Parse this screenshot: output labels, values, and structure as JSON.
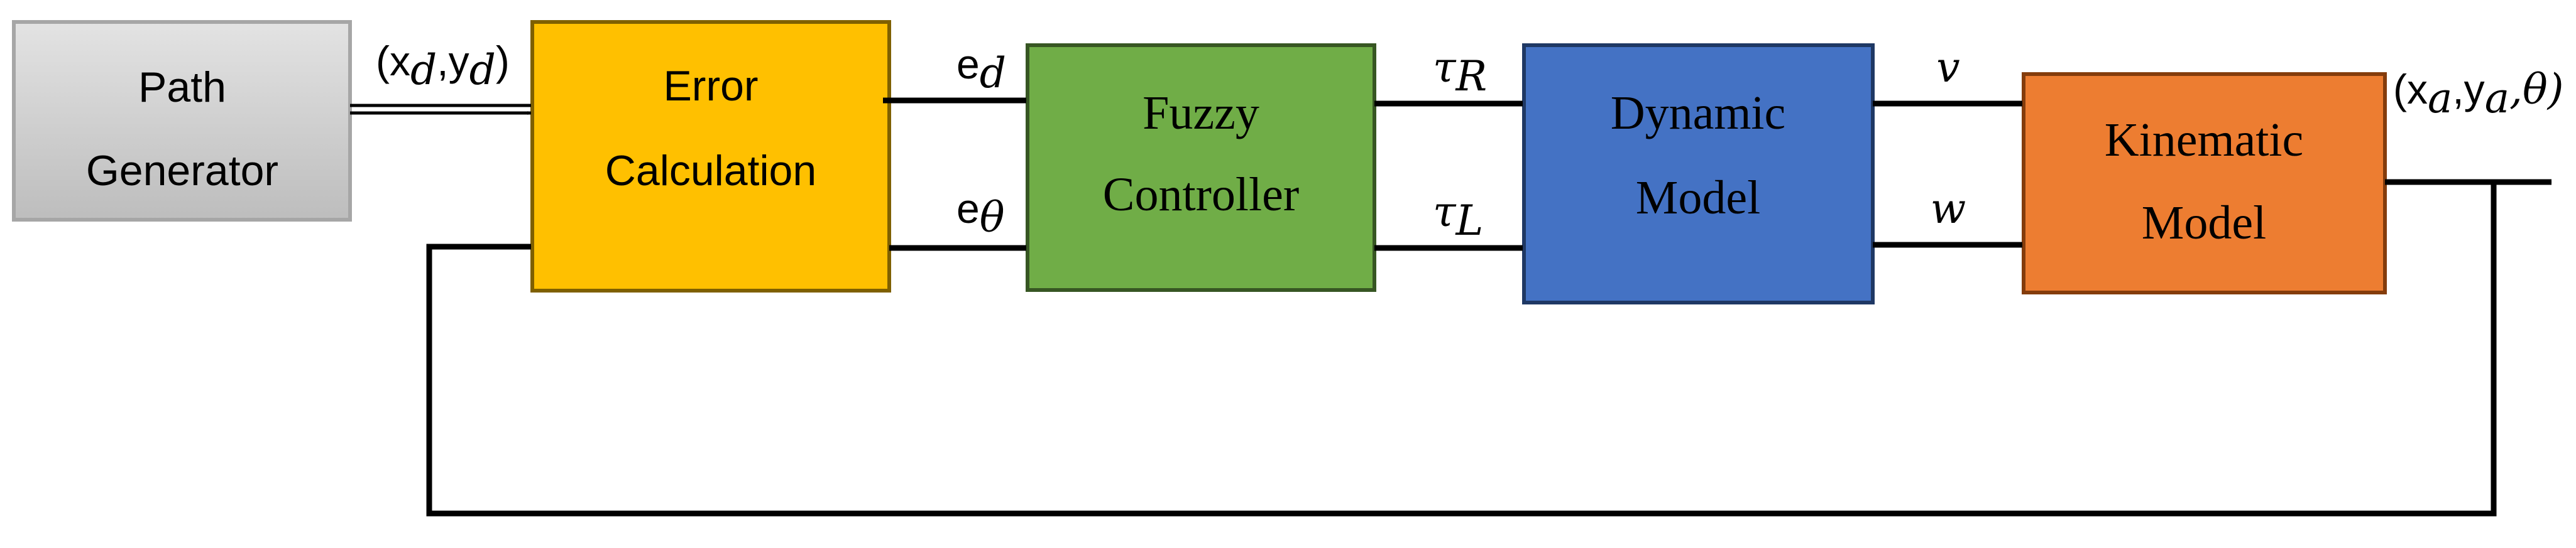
{
  "blocks": {
    "path_generator": {
      "line1": "Path",
      "line2": "Generator",
      "fill": "#d0d0d0",
      "stroke": "#a6a6a6"
    },
    "error_calculation": {
      "line1": "Error",
      "line2": "Calculation",
      "fill": "#ffc000",
      "stroke": "#7f6000"
    },
    "fuzzy_controller": {
      "line1": "Fuzzy",
      "line2": "Controller",
      "fill": "#70ad47",
      "stroke": "#375623"
    },
    "dynamic_model": {
      "line1": "Dynamic",
      "line2": "Model",
      "fill": "#4472c4",
      "stroke": "#1f3864"
    },
    "kinematic_model": {
      "line1": "Kinematic",
      "line2": "Model",
      "fill": "#ed7d31",
      "stroke": "#843c0c"
    }
  },
  "signals": {
    "desired_open": "(x",
    "desired_sub_d1": "d",
    "desired_comma": ",y",
    "desired_sub_d2": "d",
    "desired_close": ")",
    "e": "e",
    "e_sub_d": "d",
    "e_sub_theta": "θ",
    "tau": "τ",
    "tau_sub_R": "R",
    "tau_sub_L": "L",
    "v": "v",
    "w": "w",
    "actual_open": "(x",
    "actual_sub_a1": "a",
    "actual_comma": ",y",
    "actual_sub_a2": "a",
    "actual_theta": ",θ)"
  },
  "colors": {
    "line": "#000000"
  }
}
